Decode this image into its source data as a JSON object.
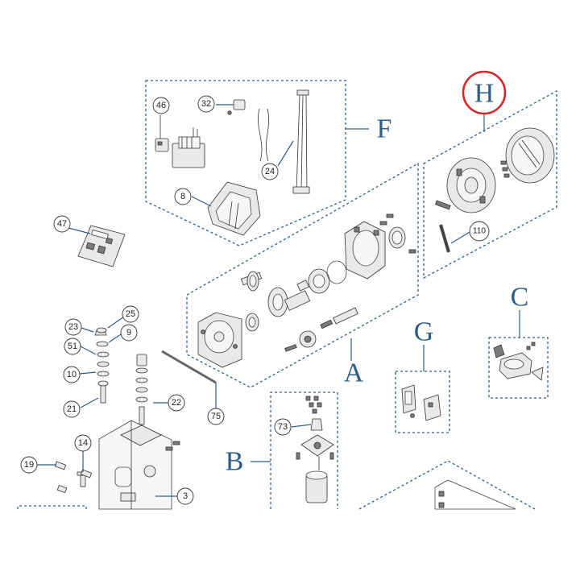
{
  "groups": [
    {
      "letter": "F"
    },
    {
      "letter": "H"
    },
    {
      "letter": "A"
    },
    {
      "letter": "B"
    },
    {
      "letter": "C"
    },
    {
      "letter": "G"
    }
  ],
  "callouts": [
    "46",
    "32",
    "8",
    "24",
    "47",
    "110",
    "25",
    "23",
    "9",
    "51",
    "10",
    "21",
    "22",
    "75",
    "73",
    "14",
    "19",
    "3"
  ],
  "colors": {
    "group_line": "#2f5d86",
    "highlight": "#d7262b",
    "part_stroke": "#333333"
  }
}
